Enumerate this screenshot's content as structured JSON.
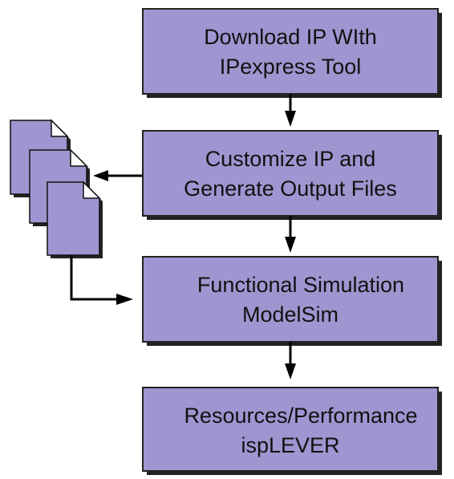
{
  "flow": {
    "steps": [
      {
        "line1": "Download IP WIth",
        "line2": "IPexpress Tool"
      },
      {
        "line1": "Customize IP and",
        "line2": "Generate Output Files"
      },
      {
        "line1": "Functional Simulation",
        "line2": "ModelSim"
      },
      {
        "line1": "Resources/Performance",
        "line2": "ispLEVER"
      }
    ]
  },
  "colors": {
    "box_fill": "#9d96d0",
    "arrow": "#000000",
    "document_fill": "#9d96d0"
  },
  "icons": {
    "output_files": "document-stack-icon"
  }
}
